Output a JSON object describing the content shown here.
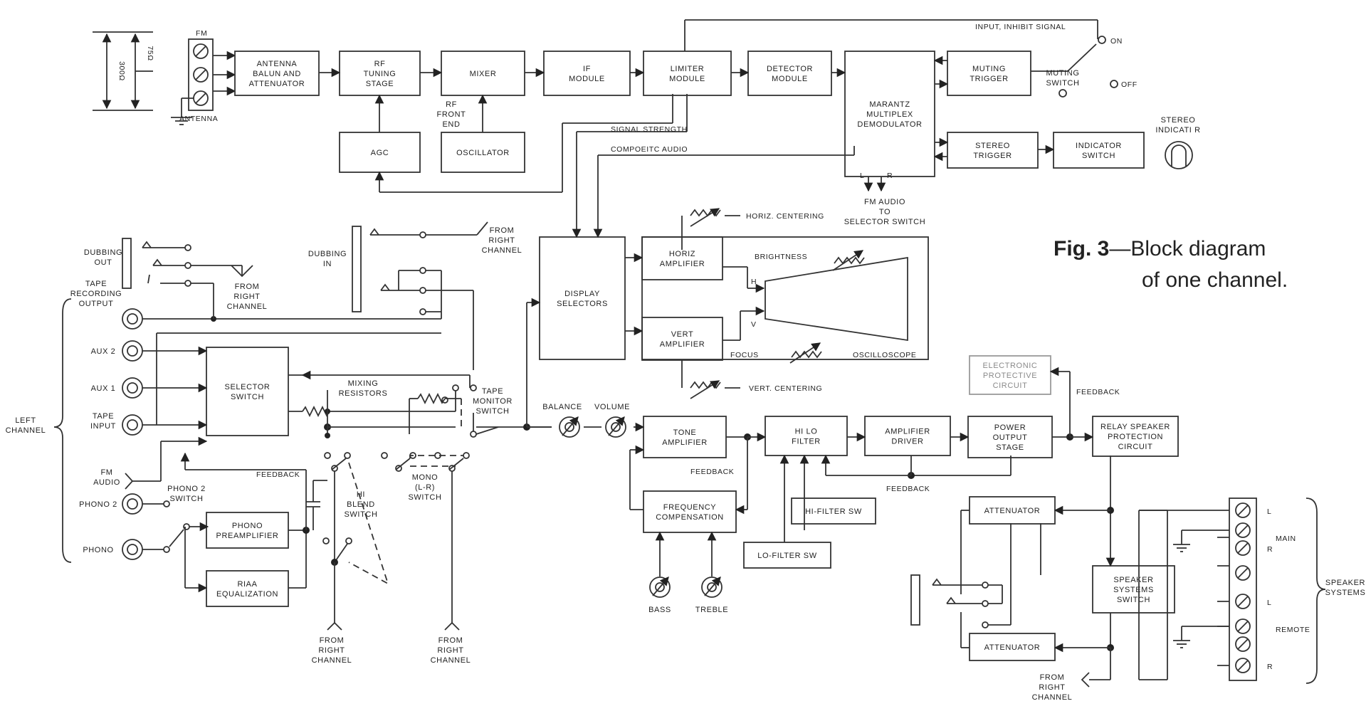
{
  "caption": {
    "fig": "Fig. 3",
    "line1": "—Block diagram",
    "line2": "of one channel."
  },
  "blocks": {
    "balun": [
      "ANTENNA",
      "BALUN AND",
      "ATTENUATOR"
    ],
    "rf_tuning": [
      "RF",
      "TUNING",
      "STAGE"
    ],
    "mixer": [
      "MIXER"
    ],
    "rf_front_end": [
      "RF",
      "FRONT",
      "END"
    ],
    "agc": [
      "AGC"
    ],
    "oscillator": [
      "OSCILLATOR"
    ],
    "if_module": [
      "IF",
      "MODULE"
    ],
    "limiter": [
      "LIMITER",
      "MODULE"
    ],
    "detector": [
      "DETECTOR",
      "MODULE"
    ],
    "multiplex": [
      "MARANTZ",
      "MULTIPLEX",
      "DEMODULATOR"
    ],
    "muting_trigger": [
      "MUTING",
      "TRIGGER"
    ],
    "stereo_trigger": [
      "STEREO",
      "TRIGGER"
    ],
    "indicator_switch": [
      "INDICATOR",
      "SWITCH"
    ],
    "display_selectors": [
      "DISPLAY",
      "SELECTORS"
    ],
    "horiz_amp": [
      "HORIZ",
      "AMPLIFIER"
    ],
    "vert_amp": [
      "VERT",
      "AMPLIFIER"
    ],
    "crt": [
      "CATHODE",
      "RAY TUBE"
    ],
    "selector_switch": [
      "SELECTOR",
      "SWITCH"
    ],
    "phono_preamp": [
      "PHONO",
      "PREAMPLIFIER"
    ],
    "riaa": [
      "RIAA",
      "EQUALIZATION"
    ],
    "tone_amp": [
      "TONE",
      "AMPLIFIER"
    ],
    "freq_comp": [
      "FREQUENCY",
      "COMPENSATION"
    ],
    "hilo_filter": [
      "HI LO",
      "FILTER"
    ],
    "amp_driver": [
      "AMPLIFIER",
      "DRIVER"
    ],
    "power_output": [
      "POWER",
      "OUTPUT",
      "STAGE"
    ],
    "electronic_protective": [
      "ELECTRONIC",
      "PROTECTIVE",
      "CIRCUIT"
    ],
    "relay_speaker": [
      "RELAY SPEAKER",
      "PROTECTION",
      "CIRCUIT"
    ],
    "attenuator_top": [
      "ATTENUATOR"
    ],
    "attenuator_bottom": [
      "ATTENUATOR"
    ],
    "speaker_systems_switch": [
      "SPEAKER",
      "SYSTEMS",
      "SWITCH"
    ],
    "hi_filter_sw": [
      "HI-FILTER SW"
    ],
    "lo_filter_sw": [
      "LO-FILTER SW"
    ]
  },
  "labels": {
    "fm": "FM",
    "antenna": "ANTENNA",
    "ohm300": "300Ω",
    "ohm75": "75Ω",
    "input_inhibit": "INPUT, INHIBIT SIGNAL",
    "on": "ON",
    "off": "OFF",
    "muting_switch": [
      "MUTING",
      "SWITCH"
    ],
    "stereo_indicator": [
      "STEREO",
      "INDICATI R"
    ],
    "signal_strength": "SIGNAL STRENGTH",
    "composite_audio": "COMPOEITC AUDIO",
    "fm_audio_to_selector": [
      "FM AUDIO",
      "TO",
      "SELECTOR SWITCH"
    ],
    "mpx_l": "L",
    "mpx_r": "R",
    "horiz_centering": "HORIZ. CENTERING",
    "vert_centering": "VERT. CENTERING",
    "brightness": "BRIGHTNESS",
    "focus": "FOCUS",
    "oscilloscope": "OSCILLOSCOPE",
    "h": "H",
    "v": "V",
    "dubbing_out": [
      "DUBBING",
      "OUT"
    ],
    "dubbing_in": [
      "DUBBING",
      "IN"
    ],
    "tape_recording_output": [
      "TAPE",
      "RECORDING",
      "OUTPUT"
    ],
    "from_right_channel_1": [
      "FROM",
      "RIGHT",
      "CHANNEL"
    ],
    "from_right_channel_2": [
      "FROM",
      "RIGHT",
      "CHANNEL"
    ],
    "from_right_channel_3": [
      "FROM",
      "RIGHT",
      "CHANNEL"
    ],
    "from_right_channel_4": [
      "FROM",
      "RIGHT",
      "CHANNEL"
    ],
    "from_right_channel_5": [
      "FROM",
      "RIGHT",
      "CHANNEL"
    ],
    "aux2": "AUX 2",
    "aux1": "AUX 1",
    "tape_input": [
      "TAPE",
      "INPUT"
    ],
    "fm_audio": [
      "FM",
      "AUDIO"
    ],
    "phono2": "PHONO 2",
    "phono": "PHONO",
    "left_channel": [
      "LEFT",
      "CHANNEL"
    ],
    "mixing_resistors": [
      "MIXING",
      "RESISTORS"
    ],
    "tape_monitor_switch": [
      "TAPE",
      "MONITOR",
      "SWITCH"
    ],
    "phono2_switch": [
      "PHONO 2",
      "SWITCH"
    ],
    "feedback": "FEEDBACK",
    "hi_blend_switch": [
      "HI",
      "BLEND",
      "SWITCH"
    ],
    "mono_switch": [
      "MONO",
      "(L-R)",
      "SWITCH"
    ],
    "balance": "BALANCE",
    "volume": "VOLUME",
    "bass": "BASS",
    "treble": "TREBLE",
    "speaker_systems": [
      "SPEAKER",
      "SYSTEMS"
    ],
    "main": "MAIN",
    "remote": "REMOTE",
    "l": "L",
    "r": "R"
  }
}
